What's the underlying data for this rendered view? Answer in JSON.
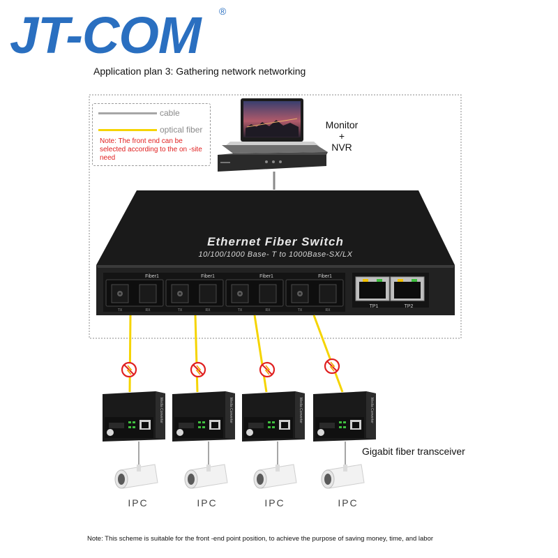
{
  "brand": {
    "logo": "JT-COM",
    "registered": "®",
    "color": "#2a6fc0"
  },
  "plan_title": "Application plan 3: Gathering network networking",
  "legend": {
    "cable_label": "cable",
    "fiber_label": "optical fiber",
    "note": "Note: The front end can be selected according to the on -site need",
    "cable_color": "#a6a6a6",
    "fiber_color": "#f5d400",
    "note_color": "#e02020"
  },
  "monitor_nvr": {
    "label_line1": "Monitor",
    "label_line2": "+",
    "label_line3": "NVR"
  },
  "switch": {
    "title": "Ethernet Fiber Switch",
    "subtitle": "10/100/1000 Base- T to 1000Base-SX/LX",
    "fiber_ports": [
      {
        "label": "Fiber1",
        "tx": "TX",
        "rx": "RX"
      },
      {
        "label": "Fiber1",
        "tx": "TX",
        "rx": "RX"
      },
      {
        "label": "Fiber1",
        "tx": "TX",
        "rx": "RX"
      },
      {
        "label": "Fiber1",
        "tx": "TX",
        "rx": "RX"
      }
    ],
    "rj45_ports": [
      {
        "label": "TP1"
      },
      {
        "label": "TP2"
      }
    ]
  },
  "transceivers": {
    "label": "Gigabit fiber transceiver",
    "side_text": "Media Converter",
    "items": [
      {
        "id": 1
      },
      {
        "id": 2
      },
      {
        "id": 3
      },
      {
        "id": 4
      }
    ]
  },
  "cameras": [
    {
      "label": "IPC"
    },
    {
      "label": "IPC"
    },
    {
      "label": "IPC"
    },
    {
      "label": "IPC"
    }
  ],
  "footer_note": "Note: This scheme is suitable for the front -end point position, to achieve the purpose of saving money, time, and labor"
}
